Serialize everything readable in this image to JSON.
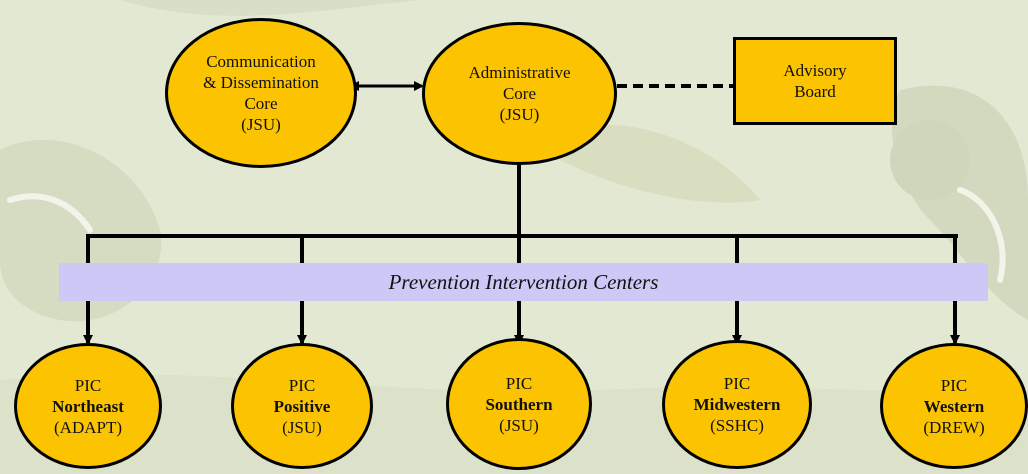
{
  "colors": {
    "node_fill": "#fcc400",
    "banner_fill": "#ccc9f7",
    "background": "#e3e8d3"
  },
  "nodes": {
    "communication": {
      "lines": [
        "Communication",
        "& Dissemination",
        "Core",
        "(JSU)"
      ]
    },
    "administrative": {
      "lines": [
        "Administrative",
        "Core",
        "(JSU)"
      ]
    },
    "advisory": {
      "lines": [
        "Advisory",
        "Board"
      ]
    }
  },
  "banner": {
    "label": "Prevention Intervention Centers"
  },
  "pics": [
    {
      "line1": "PIC",
      "name": "Northeast",
      "org": "(ADAPT)"
    },
    {
      "line1": "PIC",
      "name": "Positive",
      "org": "(JSU)"
    },
    {
      "line1": "PIC",
      "name": "Southern",
      "org": "(JSU)"
    },
    {
      "line1": "PIC",
      "name": "Midwestern",
      "org": "(SSHC)"
    },
    {
      "line1": "PIC",
      "name": "Western",
      "org": "(DREW)"
    }
  ]
}
